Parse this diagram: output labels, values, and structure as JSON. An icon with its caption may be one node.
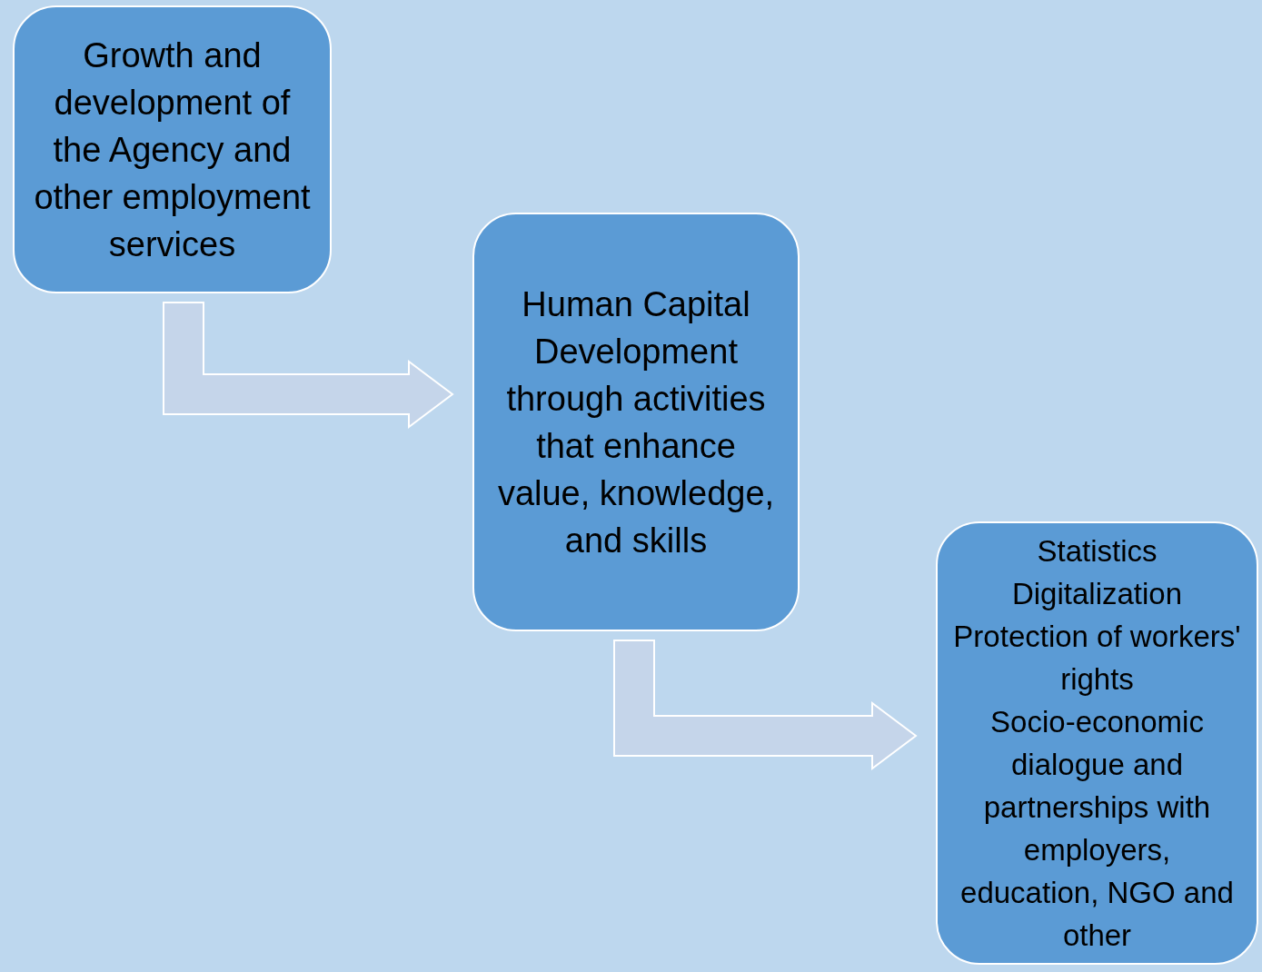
{
  "diagram": {
    "nodes": [
      {
        "text": [
          "Growth and development of the Agency and other employment services"
        ]
      },
      {
        "text": [
          "Human Capital Development through activities that enhance value, knowledge, and skills"
        ]
      },
      {
        "text": [
          "Statistics",
          "Digitalization",
          "Protection of workers' rights",
          "Socio-economic dialogue and partnerships with employers, education, NGO and other"
        ]
      }
    ],
    "edges": [
      {
        "from": 0,
        "to": 1,
        "arrow": "to"
      },
      {
        "from": 1,
        "to": 2,
        "arrow": "to"
      }
    ]
  }
}
